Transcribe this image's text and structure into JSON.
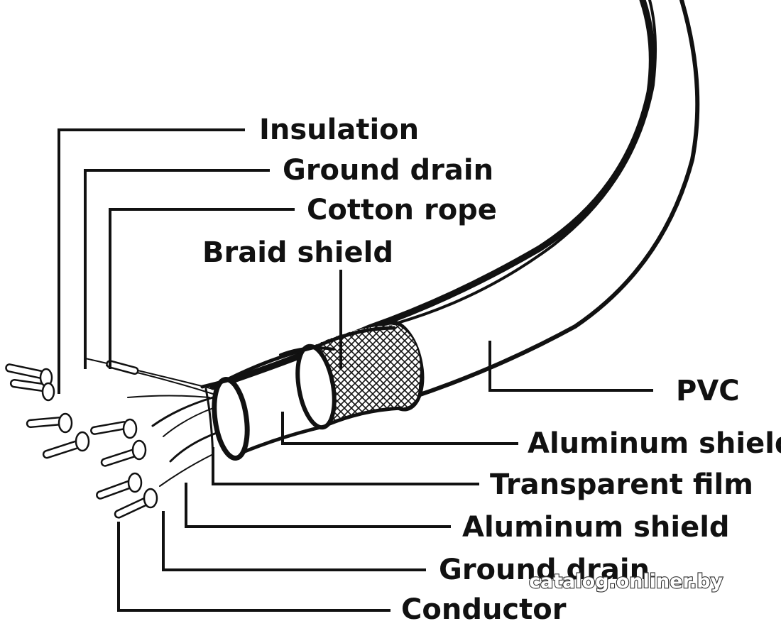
{
  "labels": {
    "insulation": "Insulation",
    "ground_drain_top": "Ground drain",
    "cotton_rope": "Cotton rope",
    "braid_shield": "Braid shield",
    "pvc": "PVC",
    "aluminum_shield_outer": "Aluminum shield",
    "transparent_film": "Transparent film",
    "aluminum_shield_inner": "Aluminum shield",
    "ground_drain_bottom": "Ground drain",
    "conductor": "Conductor"
  },
  "watermark": "catalog.onliner.by",
  "colors": {
    "line": "#111111",
    "background": "#ffffff"
  }
}
